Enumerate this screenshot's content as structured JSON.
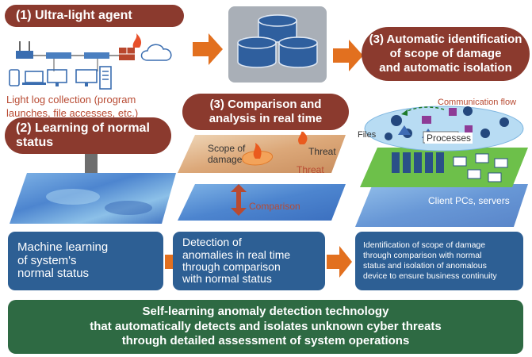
{
  "step1": {
    "title": "(1) Ultra-light agent"
  },
  "collection": {
    "line1": "Light log collection (program",
    "line2": "launches, file accesses, etc.)"
  },
  "step2": {
    "line1": "(2) Learning of normal",
    "line2": "status"
  },
  "step3a": {
    "line1": "(3) Comparison and",
    "line2": "analysis in real time"
  },
  "step3b": {
    "line1": "(3) Automatic identification",
    "line2": "of scope of damage",
    "line3": "and automatic isolation"
  },
  "panel_mid": {
    "scope_label1": "Scope of",
    "scope_label2": "damage",
    "threat1": "Threat",
    "threat2": "Threat",
    "comparison": "Comparison"
  },
  "panel_right": {
    "comm_flow": "Communication flow",
    "files": "Files",
    "processes": "Processes",
    "clients": "Client PCs, servers"
  },
  "box1": {
    "line1": "Machine learning",
    "line2": "of system's",
    "line3": "normal status"
  },
  "box2": {
    "line1": "Detection of",
    "line2": "anomalies in real time",
    "line3": "through comparison",
    "line4": "with normal status"
  },
  "box3": {
    "line1": "Identification of scope of damage",
    "line2": "through comparison with normal",
    "line3": "status and isolation of anomalous",
    "line4": "device to ensure business continuity"
  },
  "banner": {
    "line1": "Self-learning anomaly detection technology",
    "line2": "that automatically detects and isolates unknown cyber threats",
    "line3": "through detailed assessment of system operations"
  },
  "colors": {
    "pill": "#8b3a2e",
    "blue_box": "#2d5f94",
    "green_banner": "#2e6a43",
    "arrow": "#e2701f"
  }
}
